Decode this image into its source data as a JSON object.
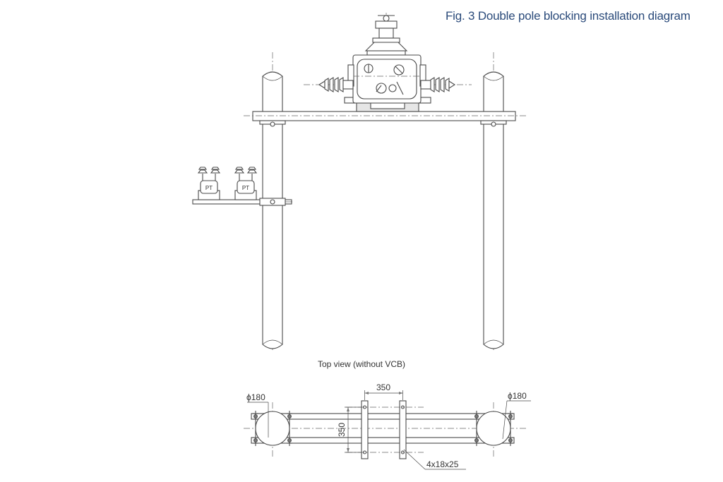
{
  "figure": {
    "title": "Fig. 3 Double pole blocking installation diagram"
  },
  "front_view": {
    "pt_label_left": "PT",
    "pt_label_right": "PT"
  },
  "top_view": {
    "caption": "Top view (without VCB)",
    "dim_width": "350",
    "dim_height": "350",
    "dim_left_diameter": "ϕ180",
    "dim_right_diameter": "ϕ180",
    "dim_holes": "4x18x25"
  },
  "colors": {
    "title": "#2a4a7a",
    "line": "#4a4a4a"
  }
}
